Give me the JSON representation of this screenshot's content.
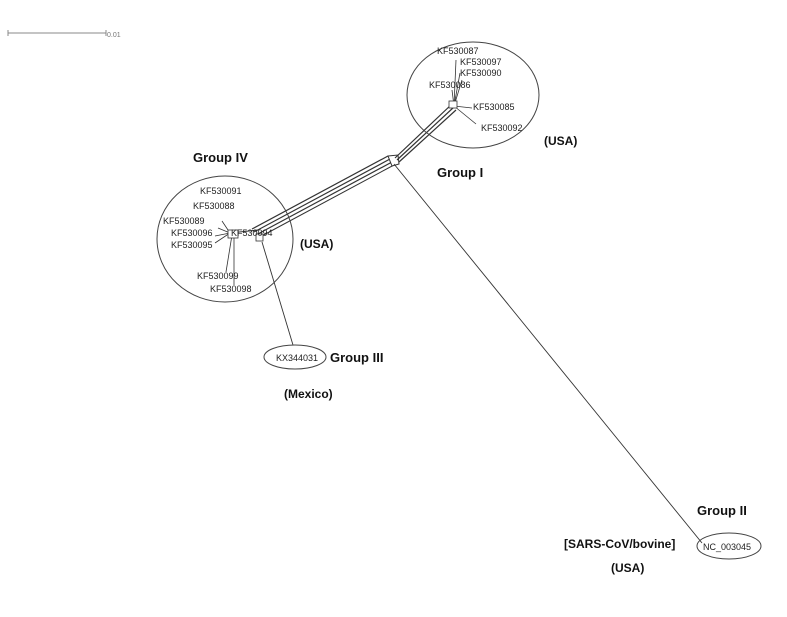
{
  "scale_bar": {
    "label": "0.01"
  },
  "groups": {
    "group1": {
      "name": "Group I",
      "region": "(USA)",
      "leaves": [
        "KF530087",
        "KF530097",
        "KF530090",
        "KF530086",
        "KF530085",
        "KF530092"
      ]
    },
    "group2": {
      "name": "Group II",
      "region": "(USA)",
      "note": "[SARS-CoV/bovine]",
      "leaves": [
        "NC_003045"
      ]
    },
    "group3": {
      "name": "Group III",
      "region": "(Mexico)",
      "leaves": [
        "KX344031"
      ]
    },
    "group4": {
      "name": "Group IV",
      "region": "(USA)",
      "leaves": [
        "KF530091",
        "KF530088",
        "KF530089",
        "KF530096",
        "KF530095",
        "KF530094",
        "KF530099",
        "KF530098"
      ]
    }
  }
}
